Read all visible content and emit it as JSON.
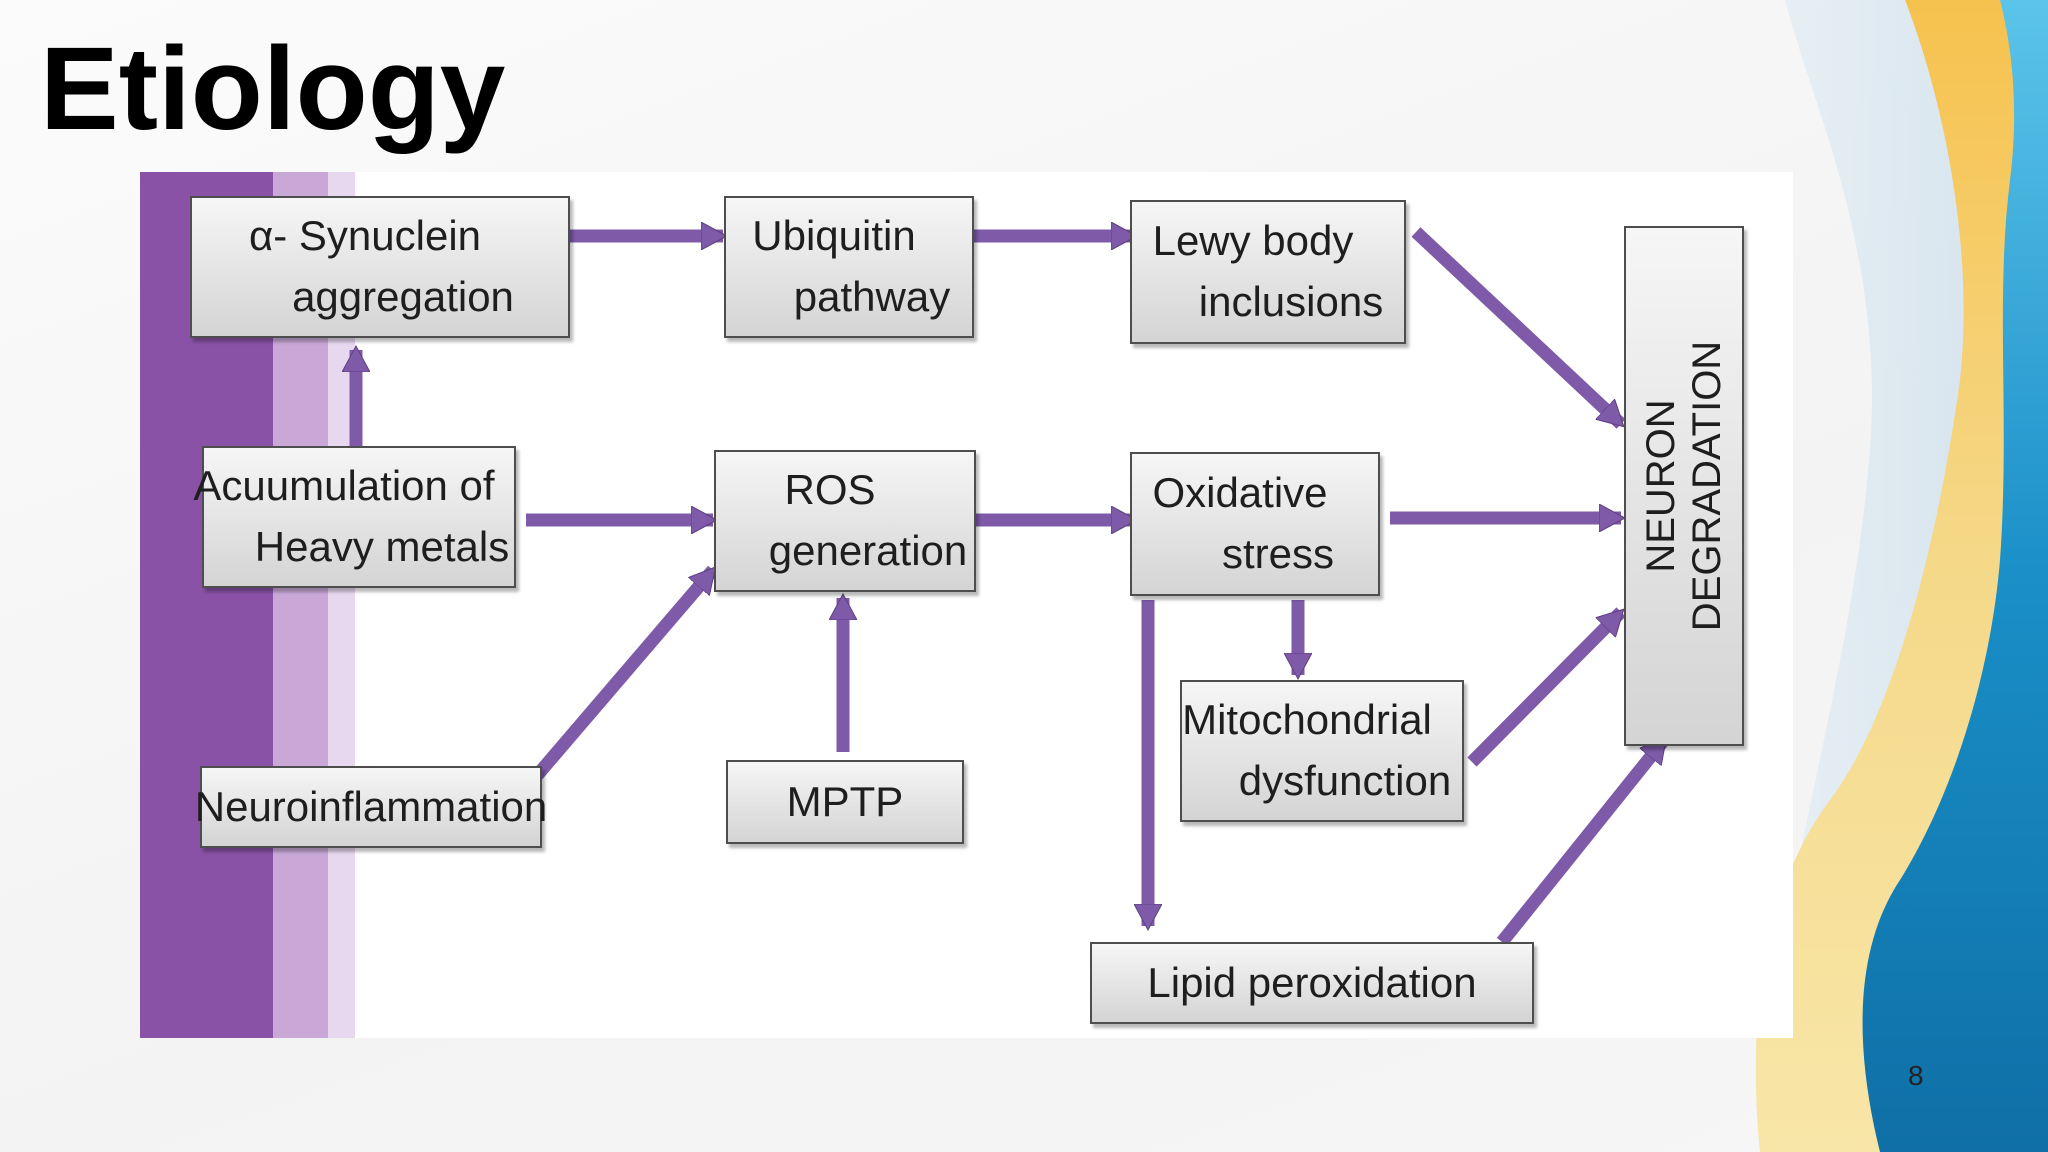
{
  "slide": {
    "title": "Etiology",
    "page_number": "8"
  },
  "colors": {
    "accent_purple": "#8a52a6",
    "arrow_purple": "#7e5aa8",
    "box_border": "#4e4e4e",
    "deco_yellow": "#f4d67a",
    "deco_blue": "#1a8fc8"
  },
  "diagram": {
    "nodes": {
      "synuclein": {
        "line1": "α- Synuclein",
        "line2": "aggregation"
      },
      "ubiquitin": {
        "line1": "Ubiquitin",
        "line2": "pathway"
      },
      "lewy": {
        "line1": "Lewy body",
        "line2": "inclusions"
      },
      "heavy_metals": {
        "line1": "Acuumulation of",
        "line2": "Heavy metals"
      },
      "ros": {
        "line1": "ROS",
        "line2": "generation"
      },
      "oxidative": {
        "line1": "Oxidative",
        "line2": "stress"
      },
      "neuroinflammation": {
        "line1": "Neuroinflammation"
      },
      "mptp": {
        "line1": "MPTP"
      },
      "mitochondrial": {
        "line1": "Mitochondrial",
        "line2": "dysfunction"
      },
      "lipid": {
        "line1": "Lipid peroxidation"
      },
      "neuron": {
        "line1": "NEURON",
        "line2": "DEGRADATION"
      }
    },
    "edges": [
      {
        "from": "synuclein",
        "to": "ubiquitin"
      },
      {
        "from": "ubiquitin",
        "to": "lewy"
      },
      {
        "from": "lewy",
        "to": "neuron"
      },
      {
        "from": "heavy_metals",
        "to": "synuclein"
      },
      {
        "from": "heavy_metals",
        "to": "ros"
      },
      {
        "from": "ros",
        "to": "oxidative"
      },
      {
        "from": "oxidative",
        "to": "neuron"
      },
      {
        "from": "neuroinflammation",
        "to": "ros"
      },
      {
        "from": "mptp",
        "to": "ros"
      },
      {
        "from": "oxidative",
        "to": "mitochondrial"
      },
      {
        "from": "oxidative",
        "to": "lipid"
      },
      {
        "from": "mitochondrial",
        "to": "neuron"
      },
      {
        "from": "lipid",
        "to": "neuron"
      }
    ]
  }
}
